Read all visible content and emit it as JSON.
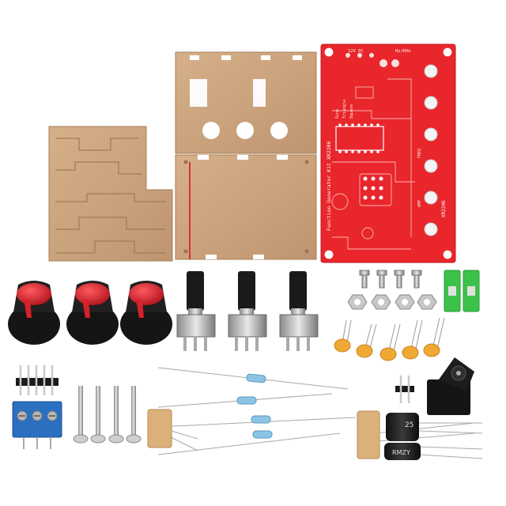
{
  "pcb": {
    "board_label": "Function Generator Kit XR2206",
    "model": "XR2206",
    "power_label": "12V DC",
    "range_label": "Hz/KHz",
    "labels": [
      "Sine",
      "Triangle",
      "Square",
      "FREQ",
      "AMP"
    ]
  },
  "capacitors": {
    "cap1_label": "25",
    "cap2_label": "RMZY"
  },
  "colors": {
    "pcb_red": "#e8262c",
    "acrylic": "#c8a27a",
    "knob_red": "#d8202a",
    "knob_black": "#1c1c1c",
    "terminal_blue": "#2a6fc0",
    "jumper_green": "#3cc24a",
    "ceramic_cap": "#f0a834"
  }
}
